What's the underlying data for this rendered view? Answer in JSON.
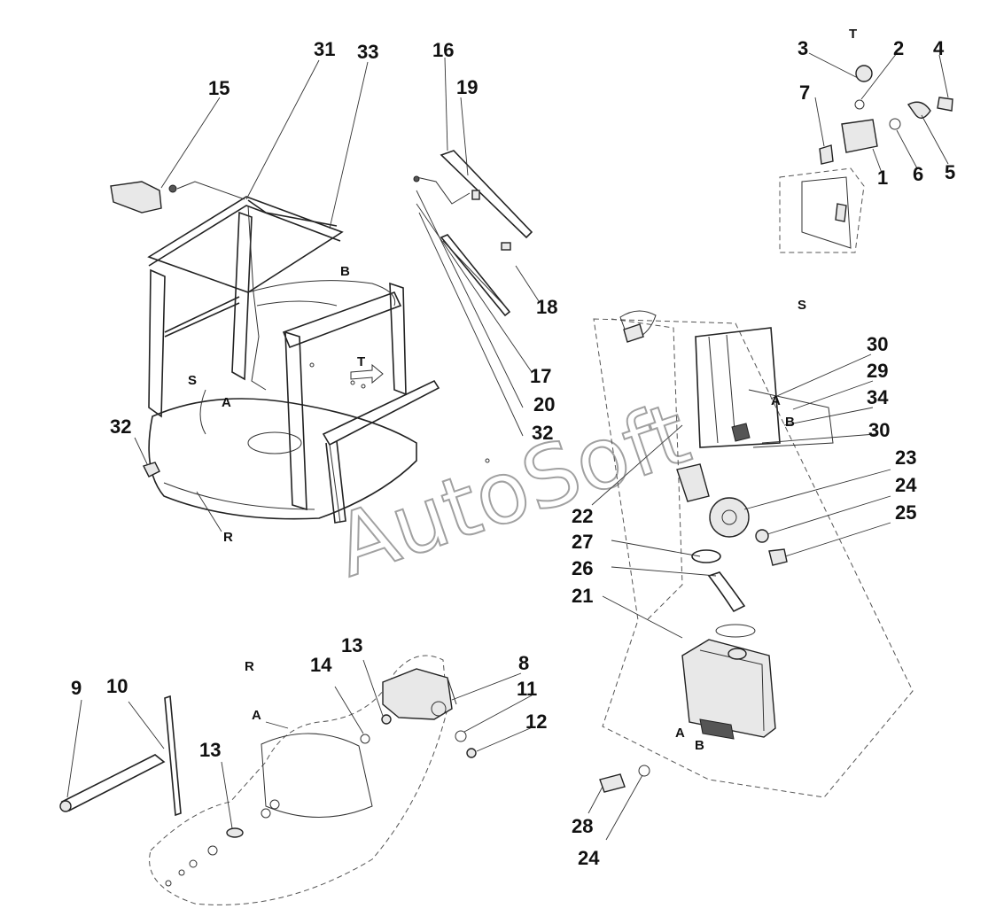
{
  "diagram": {
    "callouts": [
      "1",
      "2",
      "3",
      "4",
      "5",
      "6",
      "7",
      "8",
      "9",
      "10",
      "11",
      "12",
      "13",
      "13",
      "13",
      "14",
      "15",
      "16",
      "17",
      "18",
      "19",
      "20",
      "21",
      "22",
      "23",
      "24",
      "24",
      "25",
      "26",
      "27",
      "28",
      "29",
      "30",
      "30",
      "31",
      "32",
      "32",
      "33",
      "34"
    ],
    "view_letters": [
      "T",
      "S",
      "R",
      "S",
      "T",
      "R",
      "A",
      "A",
      "A",
      "A",
      "B",
      "B",
      "B"
    ],
    "watermark": "AutoSoft"
  }
}
